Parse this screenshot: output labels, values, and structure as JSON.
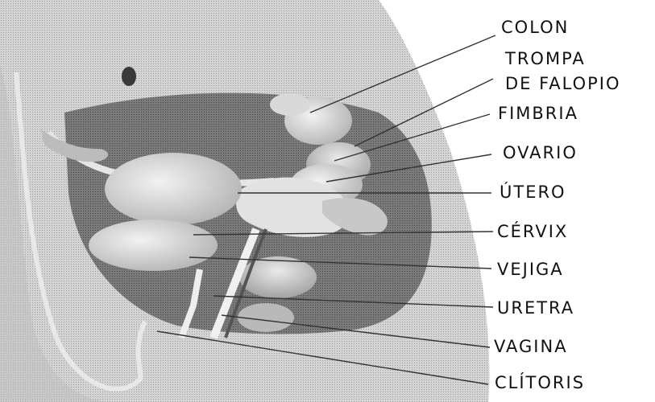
{
  "diagram": {
    "labels": {
      "colon": "COLON",
      "trompa_line1": "TROMPA",
      "trompa_line2": "DE FALOPIO",
      "fimbria": "FIMBRIA",
      "ovario": "OVARIO",
      "utero": "ÚTERO",
      "cervix": "CÉRVIX",
      "vejiga": "VEJIGA",
      "uretra": "URETRA",
      "vagina": "VAGINA",
      "clitoris": "CLÍTORIS"
    },
    "colors": {
      "background": "#ffffff",
      "body": "#c9c9c9",
      "cavity": "#6e6e6e",
      "organ_light": "#e4e4e4",
      "organ_mid": "#b8b8b8",
      "leader_line": "#333333",
      "text": "#111111"
    }
  }
}
